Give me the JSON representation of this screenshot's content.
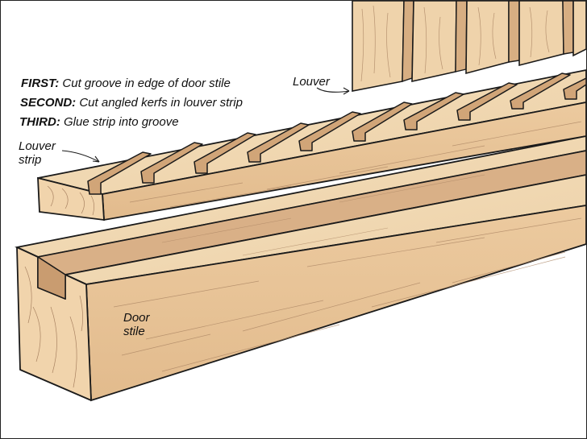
{
  "colors": {
    "wood_light": "#f2d9b4",
    "wood_mid": "#e6c195",
    "wood_dark": "#cfa47a",
    "outline": "#1a1a1a",
    "grain": "#a98362"
  },
  "steps": [
    {
      "label": "FIRST:",
      "text": "Cut groove in edge of door stile"
    },
    {
      "label": "SECOND:",
      "text": "Cut angled kerfs in louver strip"
    },
    {
      "label": "THIRD:",
      "text": "Glue strip into groove"
    }
  ],
  "labels": {
    "louver": "Louver",
    "louver_strip_line1": "Louver",
    "louver_strip_line2": "strip",
    "door_stile_line1": "Door",
    "door_stile_line2": "stile"
  }
}
